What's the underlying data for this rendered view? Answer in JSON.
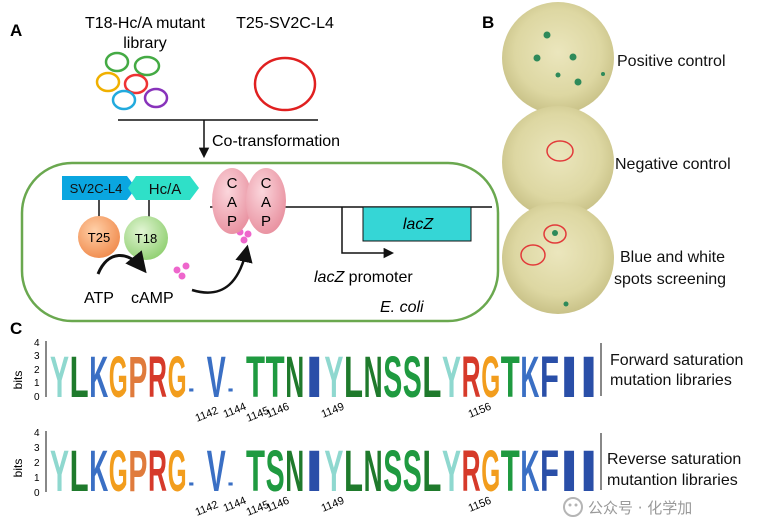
{
  "panels": {
    "a": "A",
    "b": "B",
    "c": "C"
  },
  "panel_a": {
    "library_label_line1": "T18-Hc/A mutant",
    "library_label_line2": "library",
    "plasmid_label": "T25-SV2C-L4",
    "cotransformation": "Co-transformation",
    "sv2c": "SV2C-L4",
    "hca": "Hc/A",
    "t25": "T25",
    "t18": "T18",
    "cap": [
      "C",
      "A",
      "P"
    ],
    "lacz_gene": "lacZ",
    "promoter_italic": "lacZ",
    "promoter_rest": " promoter",
    "atp": "ATP",
    "camp": "cAMP",
    "ecoli": "E. coli",
    "colors": {
      "ring_green": "#6aa84f",
      "sv2c": "#0aa6e0",
      "hca": "#2fe0c8",
      "t25": "#f4a06a",
      "t18": "#a6d98a",
      "cap": "#f2a7b3",
      "lacz": "#35d6d6",
      "camp_dots": "#ee66cc"
    }
  },
  "panel_b": {
    "plates": [
      "Positive control",
      "Negative control"
    ],
    "plate3_line1": "Blue and white",
    "plate3_line2": "spots screening"
  },
  "panel_c": {
    "bits_label": "bits",
    "y_ticks": [
      "4",
      "3",
      "2",
      "1",
      "0"
    ],
    "forward": {
      "label_line1": "Forward saturation",
      "label_line2": "mutation libraries",
      "sequence": "YLKGPRGxVxTTNIYLNSSLYRGTKFII",
      "positions": [
        "1142",
        "1144",
        "1145",
        "1146",
        "1149",
        "1156"
      ]
    },
    "reverse": {
      "label_line1": "Reverse saturation",
      "label_line2": "mutantion libraries",
      "sequence": "YLKGPRGxVxTSNIYLNSSLYRGTKFII",
      "positions": [
        "1142",
        "1144",
        "1145",
        "1146",
        "1149",
        "1156"
      ]
    }
  },
  "watermark": "公众号 · 化学加"
}
